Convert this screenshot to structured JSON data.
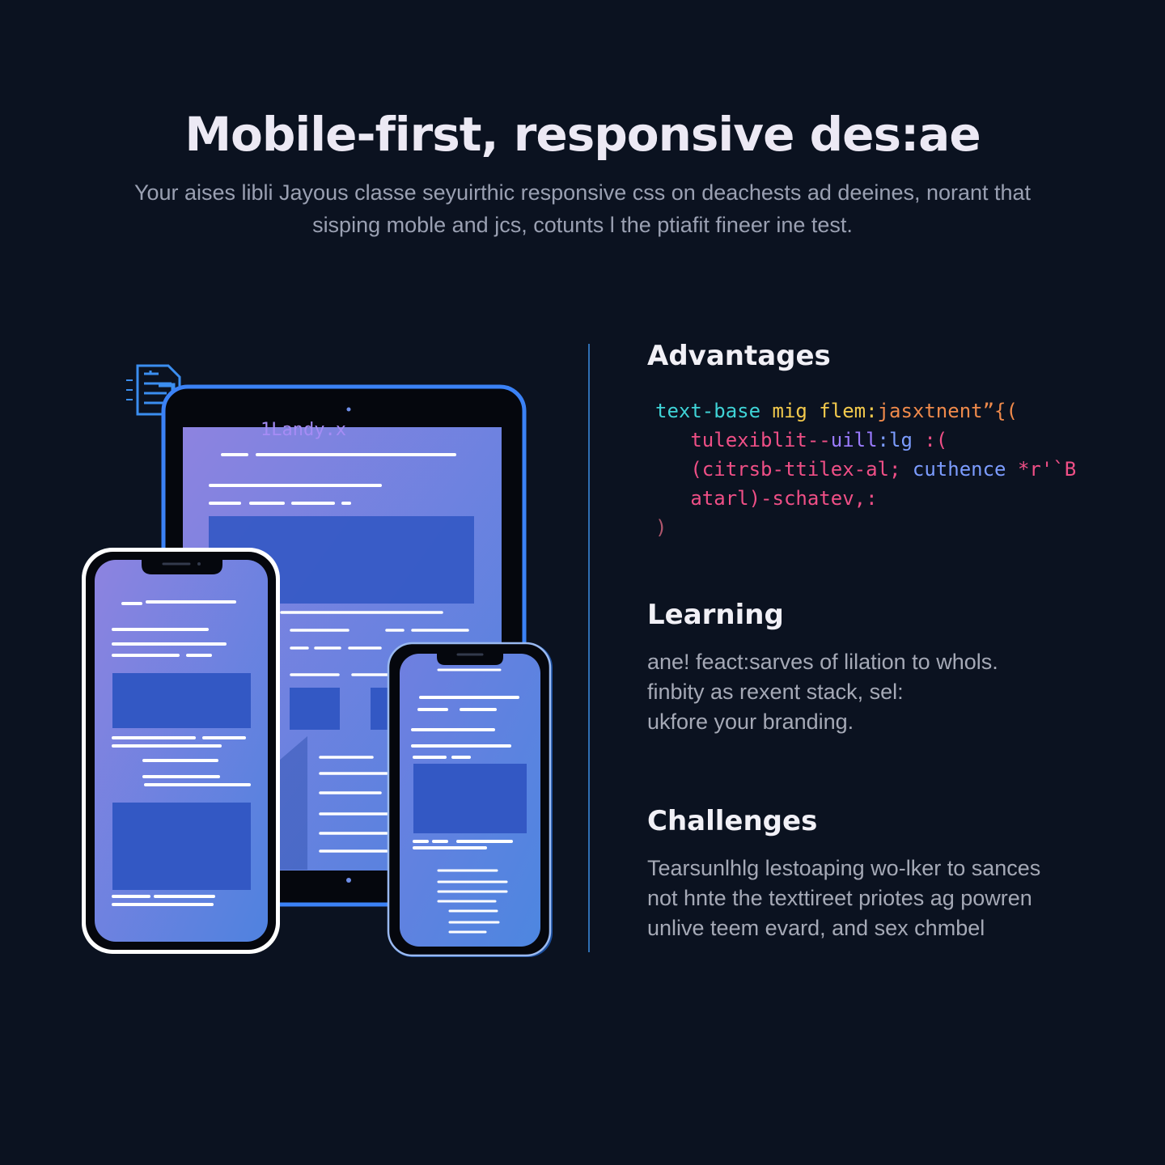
{
  "header": {
    "title": "Mobile-first, responsive des:ae",
    "subtitle": "Your aises libli Jayous classe seyuirthic responsive css on deachests ad deeines, norant that sisping moble and jcs, cotunts l the ptiafit fineer ine test."
  },
  "tablet": {
    "screen_label": "1Landy.x"
  },
  "advantages": {
    "title": "Advantages",
    "code_lines": [
      [
        {
          "t": "text-base ",
          "c": "cyan"
        },
        {
          "t": "mig ",
          "c": "yellow"
        },
        {
          "t": "flem:",
          "c": "yellow"
        },
        {
          "t": "jasxtnent”{(",
          "c": "orange"
        }
      ],
      [
        {
          "t": "   tulexiblit--",
          "c": "pink"
        },
        {
          "t": "uill",
          "c": "purple"
        },
        {
          "t": ":lg ",
          "c": "blue"
        },
        {
          "t": ":(",
          "c": "pink"
        }
      ],
      [
        {
          "t": "   (citrsb-ttilex-al; ",
          "c": "pink"
        },
        {
          "t": "cuthence ",
          "c": "blue"
        },
        {
          "t": "*r'`B",
          "c": "pink"
        }
      ],
      [
        {
          "t": "   atarl)-schatev,:",
          "c": "pink"
        }
      ],
      [
        {
          "t": ")",
          "c": "dim"
        }
      ]
    ]
  },
  "learning": {
    "title": "Learning",
    "lines": [
      "ane! feact:sarves of lilation to whols.",
      "finbity as rexent stack, sel:",
      "ukfore your branding."
    ]
  },
  "challenges": {
    "title": "Challenges",
    "lines": [
      "Tearsunlhlg lestoaping wo-lker to sances",
      "not hnte the texttireet priotes ag powren",
      "unlive teem evard, and sex chmbel"
    ]
  },
  "icons": {
    "document": "document-code-icon"
  },
  "colors": {
    "background": "#0b1220",
    "accent": "#3b82f6",
    "screen_gradient_start": "#8d83e0",
    "screen_gradient_end": "#4f82df"
  }
}
